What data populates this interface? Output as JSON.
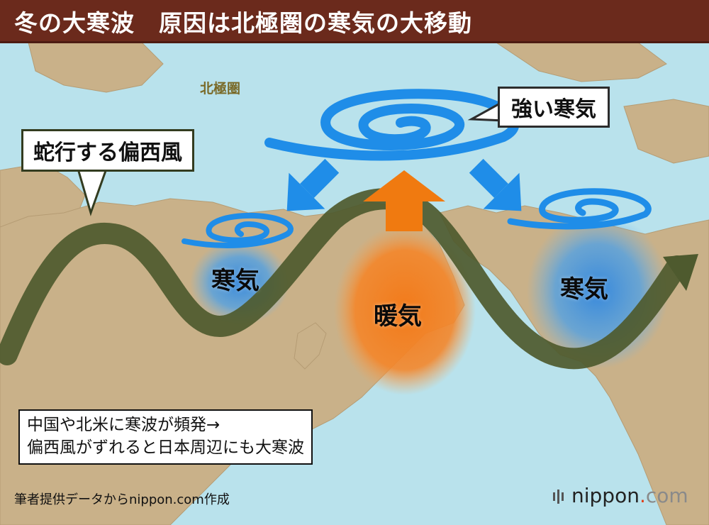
{
  "title": "冬の大寒波　原因は北極圏の寒気の大移動",
  "labels": {
    "arctic": "北極圏",
    "jet_stream": "蛇行する偏西風",
    "strong_cold": "強い寒気",
    "cold_air_1": "寒気",
    "warm_air": "暖気",
    "cold_air_2": "寒気"
  },
  "note": {
    "line1": "中国や北米に寒波が頻発→",
    "line2": "偏西風がずれると日本周辺にも大寒波"
  },
  "source": "筆者提供データからnippon.com作成",
  "brand": {
    "name": "nippon",
    "dot": ".",
    "suffix": "com"
  },
  "colors": {
    "title_bg": "#6b2a1c",
    "ocean": "#b9e2ec",
    "land": "#c8b08a",
    "jet_stream": "#4e5a2e",
    "cold": "#3f93e0",
    "warm": "#f07a20",
    "arrow_blue": "#1f8de8",
    "arrow_orange": "#f07a10"
  },
  "icons": [
    "spiral-vortex-icon",
    "down-left-arrow-icon",
    "up-arrow-icon",
    "down-right-arrow-icon",
    "wavy-arrow-icon"
  ]
}
